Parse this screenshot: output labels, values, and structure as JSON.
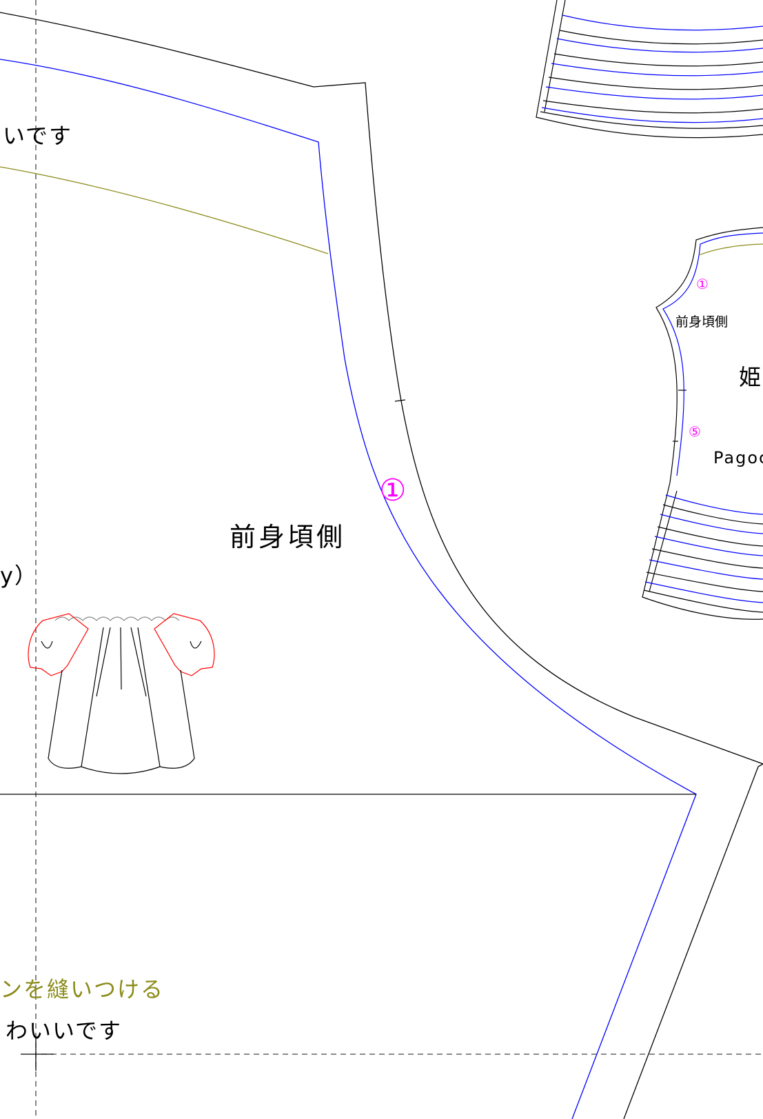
{
  "labels": {
    "partial_top": "いです",
    "partial_left": "y）",
    "front_side_large": "前身頃側",
    "front_side_small": "前身頃側",
    "hime_partial": "姫",
    "pagoda_partial": "Pagoc",
    "marker_1_large": "①",
    "marker_1_small": "①",
    "marker_5_small": "⑤",
    "sew_note": "ンを縫いつける",
    "kawaii_note": "わいいです"
  },
  "colors": {
    "cut_line": "#000000",
    "seam_line": "#0000ff",
    "guide_line": "#8b8b1a",
    "marker": "#ff00ff",
    "gather": "#ff0000",
    "dashed": "#444444"
  }
}
